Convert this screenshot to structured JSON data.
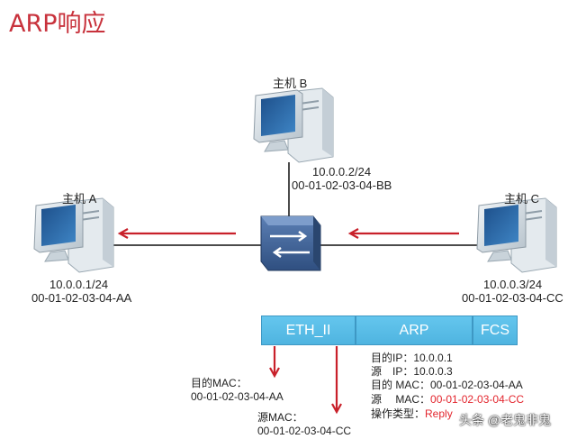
{
  "title": "ARP响应",
  "hosts": {
    "a": {
      "name": "主机 A",
      "ip": "10.0.0.1/24",
      "mac": "00-01-02-03-04-AA"
    },
    "b": {
      "name": "主机 B",
      "ip": "10.0.0.2/24",
      "mac": "00-01-02-03-04-BB"
    },
    "c": {
      "name": "主机 C",
      "ip": "10.0.0.3/24",
      "mac": "00-01-02-03-04-CC"
    }
  },
  "frame": {
    "eth": "ETH_II",
    "arp": "ARP",
    "fcs": "FCS"
  },
  "eth_detail": {
    "dst_label": "目的MAC：",
    "dst_value": "00-01-02-03-04-AA",
    "src_label": "源MAC：",
    "src_value": "00-01-02-03-04-CC"
  },
  "arp_detail": {
    "dst_ip": "目的IP：10.0.0.1",
    "src_ip": "源　IP：10.0.0.3",
    "dst_mac": "目的 MAC：00-01-02-03-04-AA",
    "src_mac_label": "源　 MAC：",
    "src_mac_value": "00-01-02-03-04-CC",
    "op_label": "操作类型：",
    "op_value": "Reply"
  },
  "watermark": "头条 @老鬼非鬼",
  "colors": {
    "title": "#c8323c",
    "arrow": "#c8202a",
    "frame": "#5bbde8",
    "highlight": "#e3262e"
  }
}
